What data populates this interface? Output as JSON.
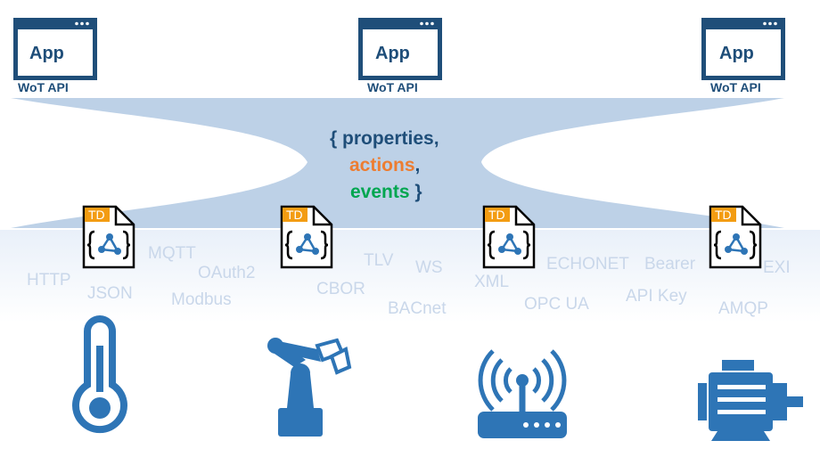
{
  "apps": [
    {
      "label": "App",
      "api": "WoT API"
    },
    {
      "label": "App",
      "api": "WoT API"
    },
    {
      "label": "App",
      "api": "WoT API"
    }
  ],
  "center": {
    "open": "{ ",
    "properties": "properties",
    "comma1": ",",
    "actions": "actions",
    "comma2": ",",
    "events": "events",
    "close": " }"
  },
  "td_label": "TD",
  "protocols": [
    "HTTP",
    "JSON",
    "MQTT",
    "OAuth2",
    "Modbus",
    "TLV",
    "WS",
    "CBOR",
    "BACnet",
    "XML",
    "ECHONET",
    "OPC UA",
    "Bearer",
    "API Key",
    "EXI",
    "AMQP"
  ],
  "devices": [
    "thermometer-icon",
    "robot-arm-icon",
    "router-icon",
    "motor-icon"
  ],
  "colors": {
    "dark_blue": "#1f4e79",
    "mid_blue": "#2e75b6",
    "band": "#bdd1e7",
    "light_band": "#eef3fa",
    "orange": "#ed7d31",
    "green": "#00a650",
    "protocol_text": "#c9d7ea"
  }
}
